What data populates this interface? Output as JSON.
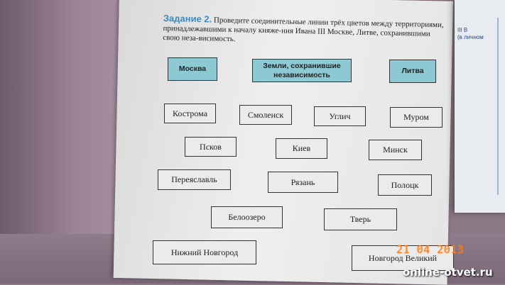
{
  "task": {
    "label": "Задание 2.",
    "text": " Проведите соединительные линии трёх цветов между территориями, принадлежавшими к началу княже-ния Ивана III Москве, Литве, сохранившими свою неза-висимость."
  },
  "headers": {
    "moscow": "Москва",
    "independent": "Земли, сохранившие независимость",
    "lithuania": "Литва"
  },
  "territories": {
    "kostroma": "Кострома",
    "smolensk": "Смоленск",
    "uglich": "Углич",
    "murom": "Муром",
    "pskov": "Псков",
    "kiev": "Киев",
    "minsk": "Минск",
    "pereyaslavl": "Переяславль",
    "ryazan": "Рязань",
    "polotsk": "Полоцк",
    "beloozero": "Белоозеро",
    "tver": "Тверь",
    "nizhny": "Нижний Новгород",
    "novgorod": "Новгород Великий"
  },
  "right_page": {
    "line1": "III В",
    "line2": "(в личном"
  },
  "watermark": {
    "date": "21 04 2013",
    "site": "online-otvet.ru"
  }
}
